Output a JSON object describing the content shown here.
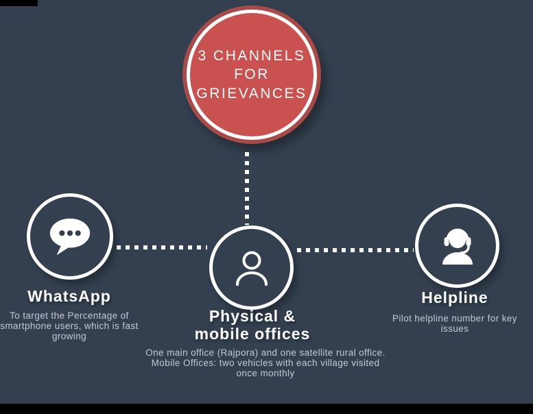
{
  "title_circle": {
    "text": "3 CHANNELS\nFOR\nGRIEVANCES"
  },
  "channels": {
    "whatsapp": {
      "label": "WhatsApp",
      "description": "To target the Percentage of smartphone users, which is fast growing",
      "icon": "chat-bubble-icon"
    },
    "offices": {
      "label": "Physical &\nmobile offices",
      "description": "One main office (Rajpora) and one satellite rural office.\nMobile Offices: two vehicles with each village visited once monthly",
      "icon": "person-icon"
    },
    "helpline": {
      "label": "Helpline",
      "description": "Pilot helpline number for key issues",
      "icon": "headset-agent-icon"
    }
  },
  "colors": {
    "background": "#344050",
    "accent_red": "#C9514F",
    "accent_red_dark": "#A84A47",
    "text_primary": "#FFFFFF",
    "text_secondary": "#C3CAD3",
    "bar_black": "#000000"
  }
}
